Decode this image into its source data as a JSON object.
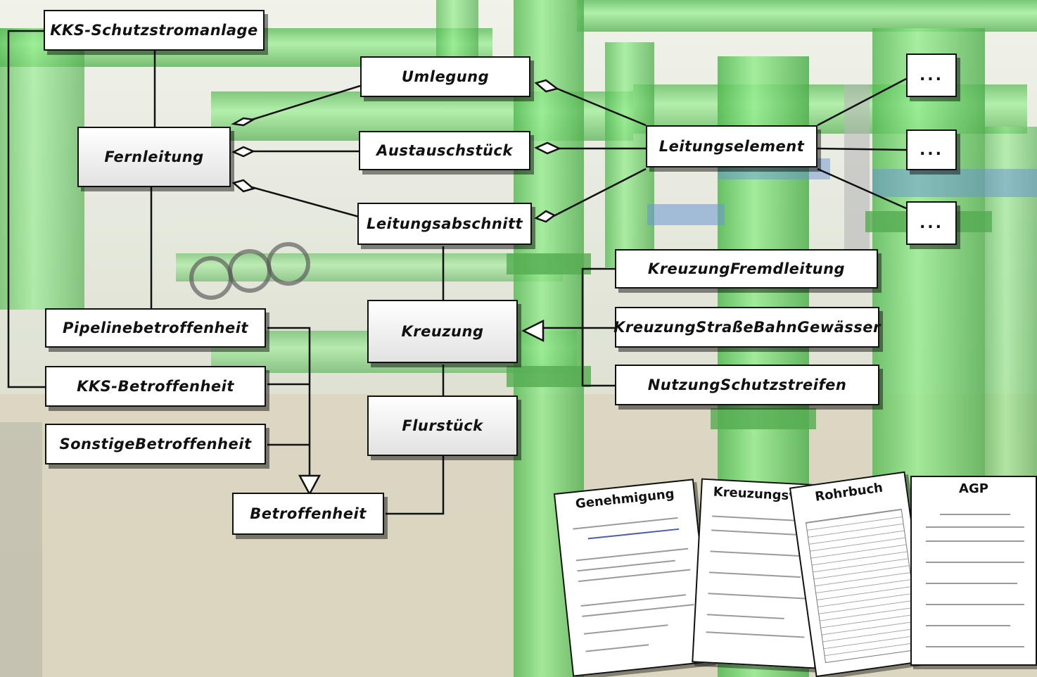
{
  "classes": {
    "kks_schutzstromanlage": "KKS-Schutzstromanlage",
    "fernleitung": "Fernleitung",
    "umlegung": "Umlegung",
    "austauschstueck": "Austauschstück",
    "leitungsabschnitt": "Leitungsabschnitt",
    "leitungselement": "Leitungselement",
    "more1": "...",
    "more2": "...",
    "more3": "...",
    "kreuzung_fremdleitung": "KreuzungFremdleitung",
    "kreuzung_strasse": "KreuzungStraßeBahnGewässer",
    "nutzung_schutzstreifen": "NutzungSchutzstreifen",
    "kreuzung": "Kreuzung",
    "flurstueck": "Flurstück",
    "pipelinebetroffenheit": "Pipelinebetroffenheit",
    "kks_betroffenheit": "KKS-Betroffenheit",
    "sonstige_betroffenheit": "SonstigeBetroffenheit",
    "betroffenheit": "Betroffenheit"
  },
  "documents": {
    "genehmigung": "Genehmigung",
    "kreuzungsvertrag": "Kreuzungsver",
    "rohrbuch": "Rohrbuch",
    "agp": "AGP"
  },
  "colors": {
    "background_pipes": "#3fcf3a",
    "floor": "#d9d4bc",
    "box_border": "#111111"
  }
}
